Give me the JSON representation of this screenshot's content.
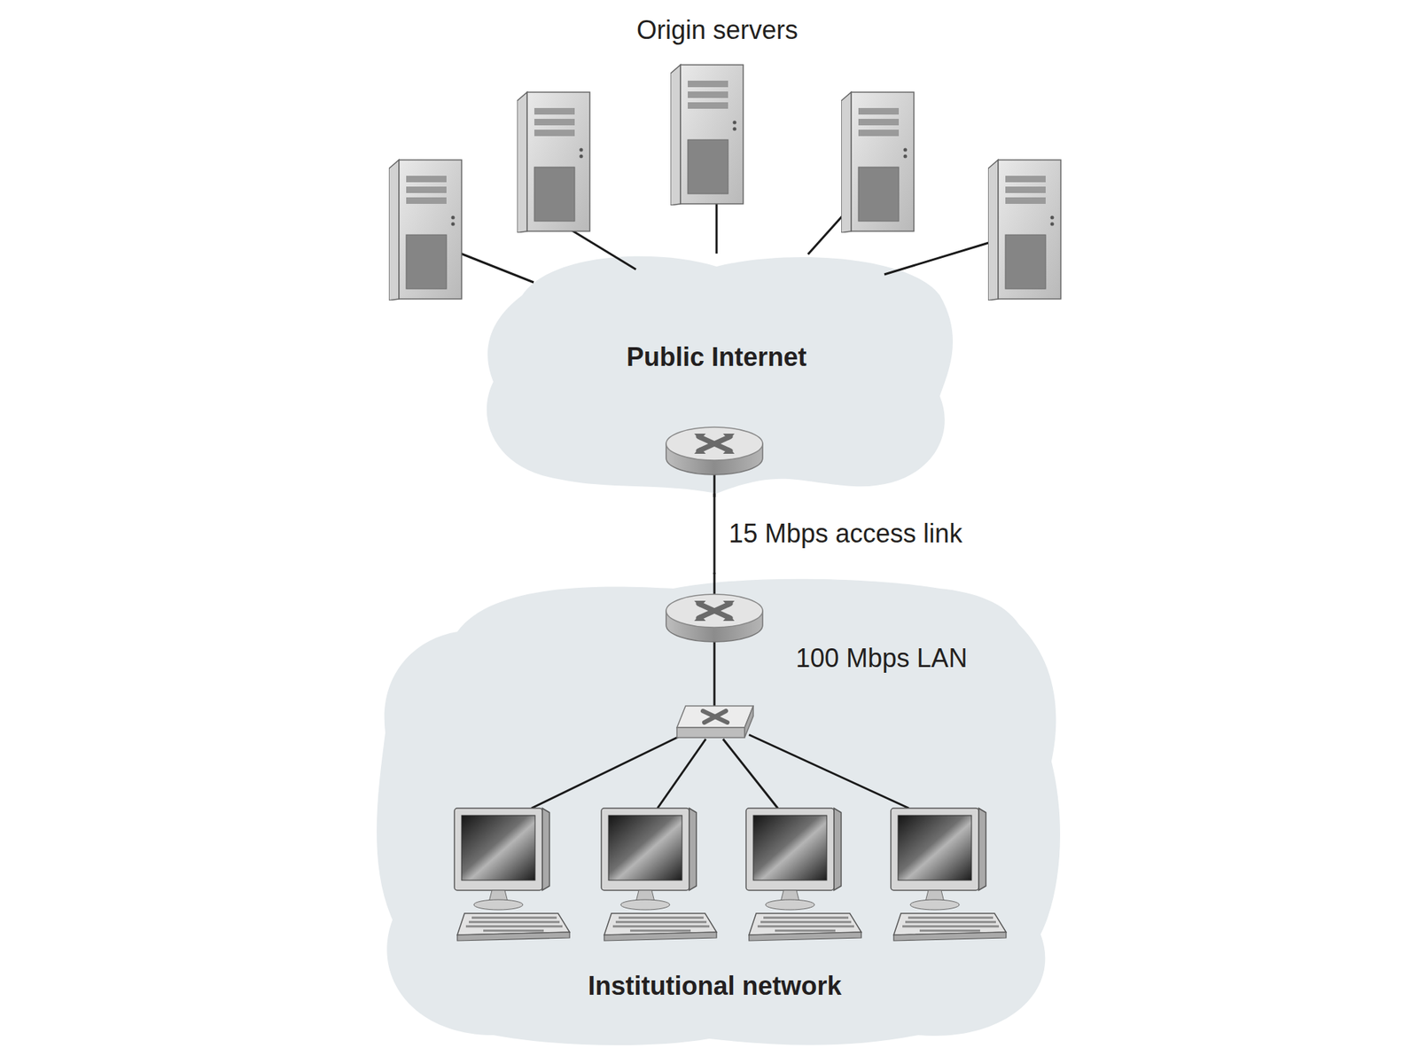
{
  "diagram": {
    "nodes": [
      {
        "text": [
          "Public Internet"
        ]
      },
      {
        "text": [
          "Institutional network"
        ]
      }
    ],
    "edges": [
      {
        "from": 0,
        "to": 1,
        "arrow": "none",
        "label": "15 Mbps access link"
      }
    ],
    "labels": [
      "Origin servers",
      "100 Mbps LAN"
    ]
  }
}
